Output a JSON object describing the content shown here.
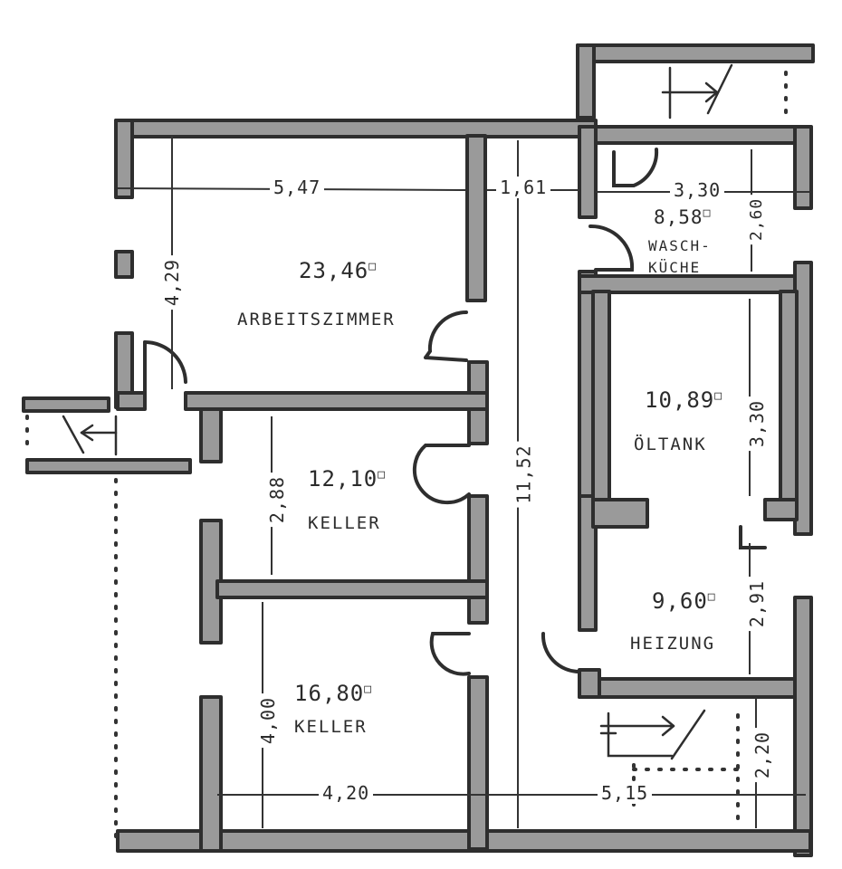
{
  "plan": {
    "type": "floor-plan-sketch",
    "colors": {
      "wall_fill": "#9a9a9a",
      "wall_outline": "#2e2e2e",
      "background": "#ffffff",
      "ink": "#2b2b2b"
    }
  },
  "rooms": [
    {
      "id": "arbeitszimmer",
      "name": "ARBEITSZIMMER",
      "area": "23,46",
      "area_unit": "□",
      "width": "5,47",
      "depth": "4,29"
    },
    {
      "id": "waschkueche",
      "name_line1": "WASCH-",
      "name_line2": "KÜCHE",
      "area": "8,58",
      "area_unit": "□",
      "width": "3,30",
      "depth": "2,60"
    },
    {
      "id": "oeltank",
      "name": "ÖLTANK",
      "area": "10,89",
      "area_unit": "□",
      "depth": "3,30"
    },
    {
      "id": "keller1",
      "name": "KELLER",
      "area": "12,10",
      "area_unit": "□",
      "depth": "2,88"
    },
    {
      "id": "heizung",
      "name": "HEIZUNG",
      "area": "9,60",
      "area_unit": "□",
      "depth": "2,91"
    },
    {
      "id": "keller2",
      "name": "KELLER",
      "area": "16,80",
      "area_unit": "□",
      "depth": "4,00",
      "width": "4,20"
    }
  ],
  "corridor": {
    "width": "1,61",
    "length": "11,52"
  },
  "dimensions": {
    "bottom_right_width": "5,15",
    "stair_depth": "2,20"
  }
}
